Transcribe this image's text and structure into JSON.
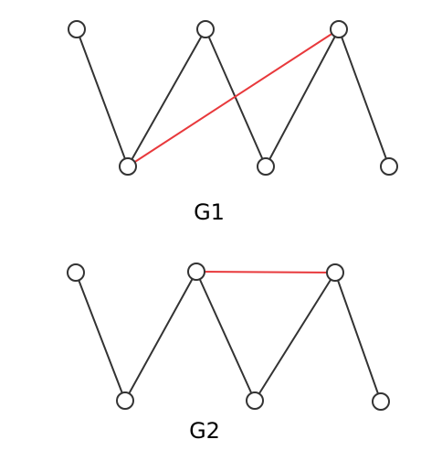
{
  "colors": {
    "background": "#ffffff",
    "edge": "#333333",
    "highlight_edge": "#e8393c",
    "node_stroke": "#333333",
    "node_fill": "#ffffff"
  },
  "graphs": [
    {
      "label": "G1",
      "nodes": [
        "top-1",
        "top-2",
        "top-3",
        "bottom-1",
        "bottom-2",
        "bottom-3"
      ],
      "edges": [
        [
          "top-1",
          "bottom-1"
        ],
        [
          "bottom-1",
          "top-2"
        ],
        [
          "top-2",
          "bottom-2"
        ],
        [
          "bottom-2",
          "top-3"
        ],
        [
          "top-3",
          "bottom-3"
        ]
      ],
      "highlighted_edges": [
        [
          "bottom-1",
          "top-3"
        ]
      ]
    },
    {
      "label": "G2",
      "nodes": [
        "top-1",
        "top-2",
        "top-3",
        "bottom-1",
        "bottom-2",
        "bottom-3"
      ],
      "edges": [
        [
          "top-1",
          "bottom-1"
        ],
        [
          "bottom-1",
          "top-2"
        ],
        [
          "top-2",
          "bottom-2"
        ],
        [
          "bottom-2",
          "top-3"
        ],
        [
          "top-3",
          "bottom-3"
        ]
      ],
      "highlighted_edges": [
        [
          "top-2",
          "top-3"
        ]
      ]
    }
  ]
}
